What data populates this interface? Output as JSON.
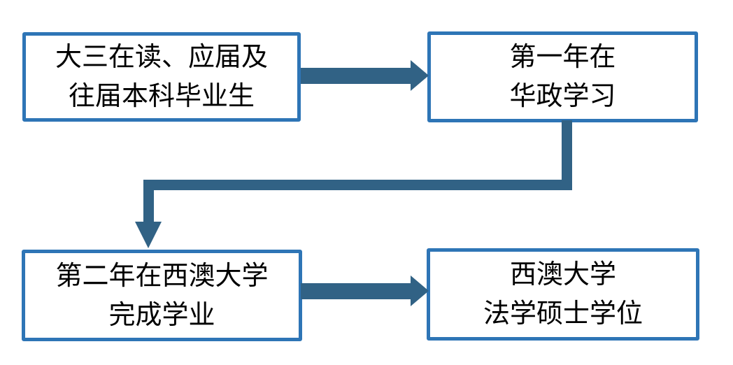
{
  "colors": {
    "background": "#FFFFFF",
    "box_border": "#2E75B6",
    "box_fill": "#FFFFFF",
    "arrow": "#316285",
    "text": "#000000"
  },
  "nodes": [
    {
      "id": "undergrad-source",
      "lines": [
        "大三在读、应届及",
        "往届本科毕业生"
      ]
    },
    {
      "id": "year1-ecupl",
      "lines": [
        "第一年在",
        "华政学习"
      ]
    },
    {
      "id": "year2-uwa",
      "lines": [
        "第二年在西澳大学",
        "完成学业"
      ]
    },
    {
      "id": "uwa-llm-degree",
      "lines": [
        "西澳大学",
        "法学硕士学位"
      ]
    }
  ],
  "edges": [
    {
      "from": "undergrad-source",
      "to": "year1-ecupl",
      "shape": "straight-right"
    },
    {
      "from": "year1-ecupl",
      "to": "year2-uwa",
      "shape": "elbow-down-left-down"
    },
    {
      "from": "year2-uwa",
      "to": "uwa-llm-degree",
      "shape": "straight-right"
    }
  ]
}
